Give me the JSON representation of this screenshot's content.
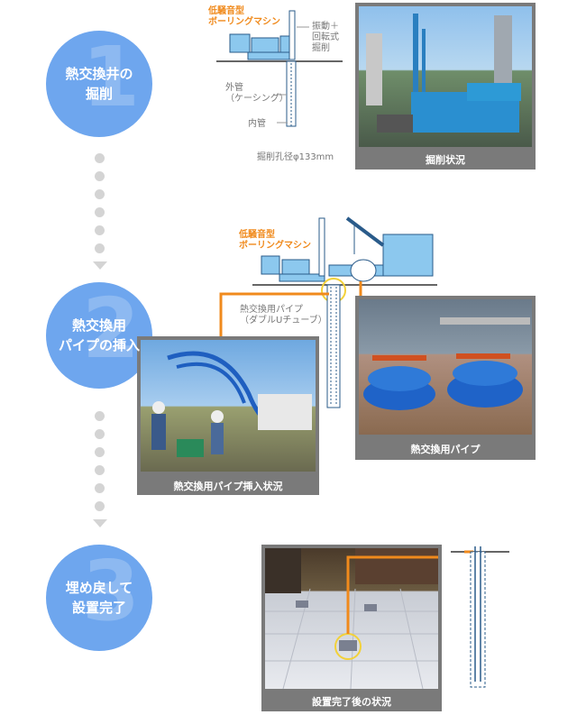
{
  "steps": [
    {
      "number": "1",
      "label": "熱交換井の\n掘削"
    },
    {
      "number": "2",
      "label": "熱交換用\nパイプの挿入"
    },
    {
      "number": "3",
      "label": "埋め戻して\n設置完了"
    }
  ],
  "diagram1": {
    "machine_label": "低騒音型\nボーリングマシン",
    "drill_label": "振動＋\n回転式\n掘削",
    "outer_pipe_label": "外管\n（ケーシング）",
    "inner_pipe_label": "内管",
    "bore_label": "掘削孔径φ133mm"
  },
  "diagram2": {
    "machine_label": "低騒音型\nボーリングマシン",
    "pipe_label": "熱交換用パイプ\n（ダブルUチューブ）"
  },
  "photos": {
    "drilling": "掘削状況",
    "pipe": "熱交換用パイプ",
    "insertion": "熱交換用パイプ挿入状況",
    "completed": "設置完了後の状況"
  },
  "colors": {
    "circle": "#6ea6ee",
    "accent": "#f08a1c",
    "dot": "#d4d4d4",
    "diagram_blue": "#3a9bd8"
  }
}
